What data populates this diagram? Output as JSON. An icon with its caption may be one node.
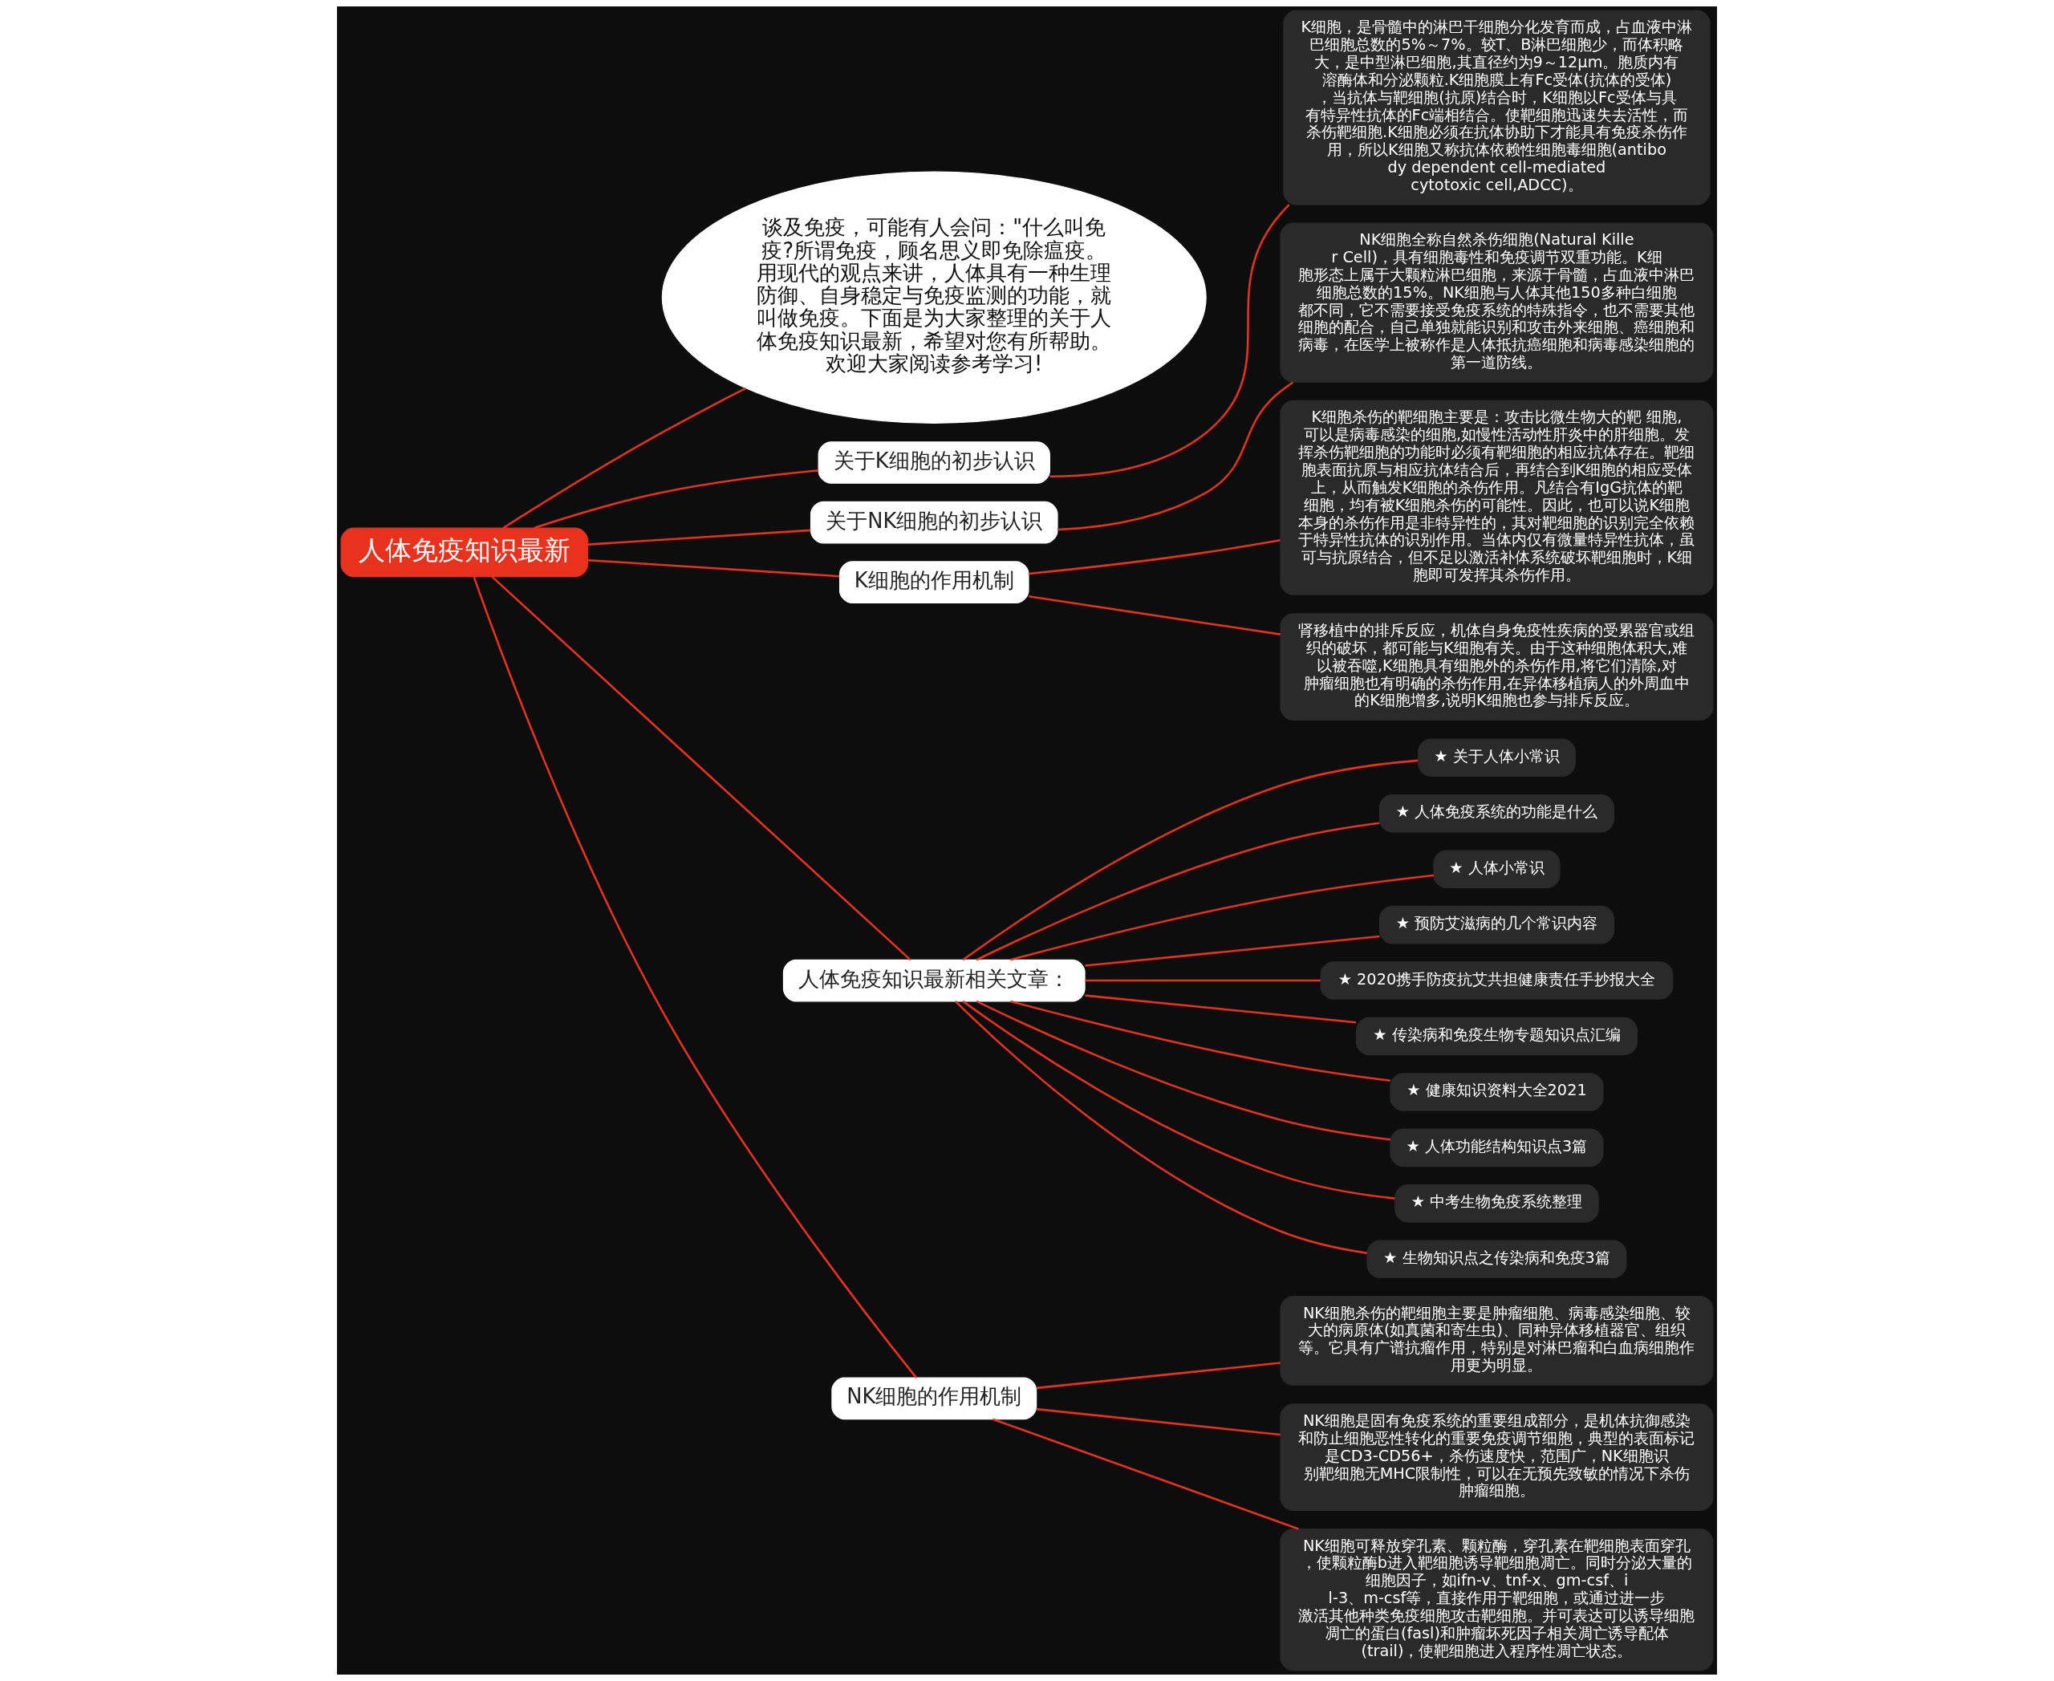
{
  "diagram": {
    "nodes": [
      {
        "text": [
          "人体免疫知识最新"
        ]
      },
      {
        "text": [
          "谈及免疫，可能有人会问：\"什么叫免疫?所谓免疫，顾名思义即免除瘟疫。用现代的观点来讲，人体具有一种生理防御、自身稳定与免疫监测的功能，就叫做免疫。下面是为大家整理的关于人体免疫知识最新，希望对您有所帮助。欢迎大家阅读参考学习!"
        ]
      },
      {
        "text": [
          "关于K细胞的初步认识"
        ]
      },
      {
        "text": [
          "K细胞，是骨髓中的淋巴干细胞分化发育而成，占血液中淋巴细胞总数的5%～7%。较T、B淋巴细胞少，而体积略大，是中型淋巴细胞,其直径约为9～12μm。胞质内有溶酶体和分泌颗粒.K细胞膜上有Fc受体(抗体的受体)，当抗体与靶细胞(抗原)结合时，K细胞以Fc受体与具有特异性抗体的Fc端相结合。使靶细胞迅速失去活性，而杀伤靶细胞.K细胞必须在抗体协助下才能具有免疫杀伤作用，所以K细胞又称抗体依赖性细胞毒细胞(antibody dependent cell-mediated cytotoxic cell,ADCC)。"
        ]
      },
      {
        "text": [
          "关于NK细胞的初步认识"
        ]
      },
      {
        "text": [
          "NK细胞全称自然杀伤细胞(Natural Killer Cell)，具有细胞毒性和免疫调节双重功能。K细胞形态上属于大颗粒淋巴细胞，来源于骨髓，占血液中淋巴细胞总数的15%。NK细胞与人体其他150多种白细胞都不同，它不需要接受免疫系统的特殊指令，也不需要其他细胞的配合，自己单独就能识别和攻击外来细胞、癌细胞和病毒，在医学上被称作是人体抵抗癌细胞和病毒感染细胞的第一道防线。"
        ]
      },
      {
        "text": [
          "K细胞的作用机制"
        ]
      },
      {
        "text": [
          "K细胞杀伤的靶细胞主要是：攻击比微生物大的靶 细胞,可以是病毒感染的细胞,如慢性活动性肝炎中的肝细胞。发挥杀伤靶细胞的功能时必须有靶细胞的相应抗体存在。靶细胞表面抗原与相应抗体结合后，再结合到K细胞的相应受体上，从而触发K细胞的杀伤作用。凡结合有IgG抗体的靶细胞，均有被K细胞杀伤的可能性。因此，也可以说K细胞本身的杀伤作用是非特异性的，其对靶细胞的识别完全依赖于特异性抗体的识别作用。当体内仅有微量特异性抗体，虽可与抗原结合，但不足以激活补体系统破坏靶细胞时，K细胞即可发挥其杀伤作用。"
        ]
      },
      {
        "text": [
          "肾移植中的排斥反应，机体自身免疫性疾病的受累器官或组织的破坏，都可能与K细胞有关。由于这种细胞体积大,难以被吞噬,K细胞具有细胞外的杀伤作用,将它们清除,对肿瘤细胞也有明确的杀伤作用,在异体移植病人的外周血中的K细胞增多,说明K细胞也参与排斥反应。"
        ]
      },
      {
        "text": [
          "人体免疫知识最新相关文章："
        ]
      },
      {
        "text": [
          "★ 关于人体小常识"
        ]
      },
      {
        "text": [
          "★ 人体免疫系统的功能是什么"
        ]
      },
      {
        "text": [
          "★ 人体小常识"
        ]
      },
      {
        "text": [
          "★ 预防艾滋病的几个常识内容"
        ]
      },
      {
        "text": [
          "★ 2020携手防疫抗艾共担健康责任手抄报大全"
        ]
      },
      {
        "text": [
          "★ 传染病和免疫生物专题知识点汇编"
        ]
      },
      {
        "text": [
          "★ 健康知识资料大全2021"
        ]
      },
      {
        "text": [
          "★ 人体功能结构知识点3篇"
        ]
      },
      {
        "text": [
          "★ 中考生物免疫系统整理"
        ]
      },
      {
        "text": [
          "★ 生物知识点之传染病和免疫3篇"
        ]
      },
      {
        "text": [
          "NK细胞的作用机制"
        ]
      },
      {
        "text": [
          "NK细胞杀伤的靶细胞主要是肿瘤细胞、病毒感染细胞、较大的病原体(如真菌和寄生虫)、同种异体移植器官、组织等。它具有广谱抗瘤作用，特别是对淋巴瘤和白血病细胞作用更为明显。"
        ]
      },
      {
        "text": [
          "NK细胞是固有免疫系统的重要组成部分，是机体抗御感染和防止细胞恶性转化的重要免疫调节细胞，典型的表面标记是CD3-CD56+，杀伤速度快，范围广，NK细胞识别靶细胞无MHC限制性，可以在无预先致敏的情况下杀伤肿瘤细胞。"
        ]
      },
      {
        "text": [
          "NK细胞可释放穿孔素、颗粒酶，穿孔素在靶细胞表面穿孔，使颗粒酶b进入靶细胞诱导靶细胞凋亡。同时分泌大量的细胞因子，如ifn-v、tnf-x、gm-csf、il-3、m-csf等，直接作用于靶细胞，或通过进一步激活其他种类免疫细胞攻击靶细胞。并可表达可以诱导细胞凋亡的蛋白(fasl)和肿瘤坏死因子相关凋亡诱导配体(trail)，使靶细胞进入程序性凋亡状态。"
        ]
      }
    ],
    "edges": [
      {
        "from": 0,
        "to": 1,
        "arrow": "none"
      },
      {
        "from": 0,
        "to": 2,
        "arrow": "none"
      },
      {
        "from": 2,
        "to": 3,
        "arrow": "none"
      },
      {
        "from": 0,
        "to": 4,
        "arrow": "none"
      },
      {
        "from": 4,
        "to": 5,
        "arrow": "none"
      },
      {
        "from": 0,
        "to": 6,
        "arrow": "none"
      },
      {
        "from": 6,
        "to": 7,
        "arrow": "none"
      },
      {
        "from": 6,
        "to": 8,
        "arrow": "none"
      },
      {
        "from": 0,
        "to": 9,
        "arrow": "none"
      },
      {
        "from": 9,
        "to": 10,
        "arrow": "none"
      },
      {
        "from": 9,
        "to": 11,
        "arrow": "none"
      },
      {
        "from": 9,
        "to": 12,
        "arrow": "none"
      },
      {
        "from": 9,
        "to": 13,
        "arrow": "none"
      },
      {
        "from": 9,
        "to": 14,
        "arrow": "none"
      },
      {
        "from": 9,
        "to": 15,
        "arrow": "none"
      },
      {
        "from": 9,
        "to": 16,
        "arrow": "none"
      },
      {
        "from": 9,
        "to": 17,
        "arrow": "none"
      },
      {
        "from": 9,
        "to": 18,
        "arrow": "none"
      },
      {
        "from": 9,
        "to": 19,
        "arrow": "none"
      },
      {
        "from": 0,
        "to": 20,
        "arrow": "none"
      },
      {
        "from": 20,
        "to": 21,
        "arrow": "none"
      },
      {
        "from": 20,
        "to": 22,
        "arrow": "none"
      },
      {
        "from": 20,
        "to": 23,
        "arrow": "none"
      }
    ]
  }
}
